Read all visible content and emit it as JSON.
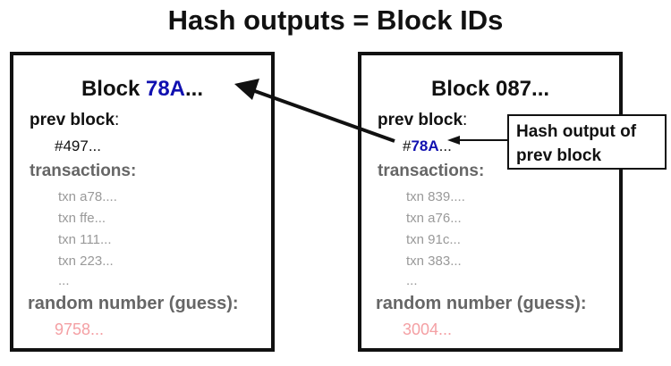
{
  "title": "Hash outputs = Block IDs",
  "blocks": [
    {
      "label": "Block ",
      "id": "78A",
      "suffix": "...",
      "prev_label": "prev block",
      "prev_colon": ":",
      "prev_hash": "#497...",
      "transactions_label": "transactions:",
      "transactions": [
        "txn a78....",
        "txn ffe...",
        "txn 111...",
        "txn 223...",
        "..."
      ],
      "random_label": "random number (guess):",
      "random_value": "9758..."
    },
    {
      "label": "Block 087...",
      "prev_label": "prev block",
      "prev_colon": ":",
      "prev_hash_prefix": "#",
      "prev_hash_id": "78A",
      "prev_hash_suffix": "...",
      "transactions_label": "transactions:",
      "transactions": [
        "txn 839....",
        "txn a76...",
        "txn 91c...",
        "txn 383...",
        "..."
      ],
      "random_label": "random number (guess):",
      "random_value": "3004..."
    }
  ],
  "callout": {
    "line1": "Hash output of",
    "line2": "prev block"
  },
  "colors": {
    "hash_id": "#1010b0",
    "random": "#f4a0a4",
    "secondary": "#666666",
    "txn": "#999999"
  }
}
